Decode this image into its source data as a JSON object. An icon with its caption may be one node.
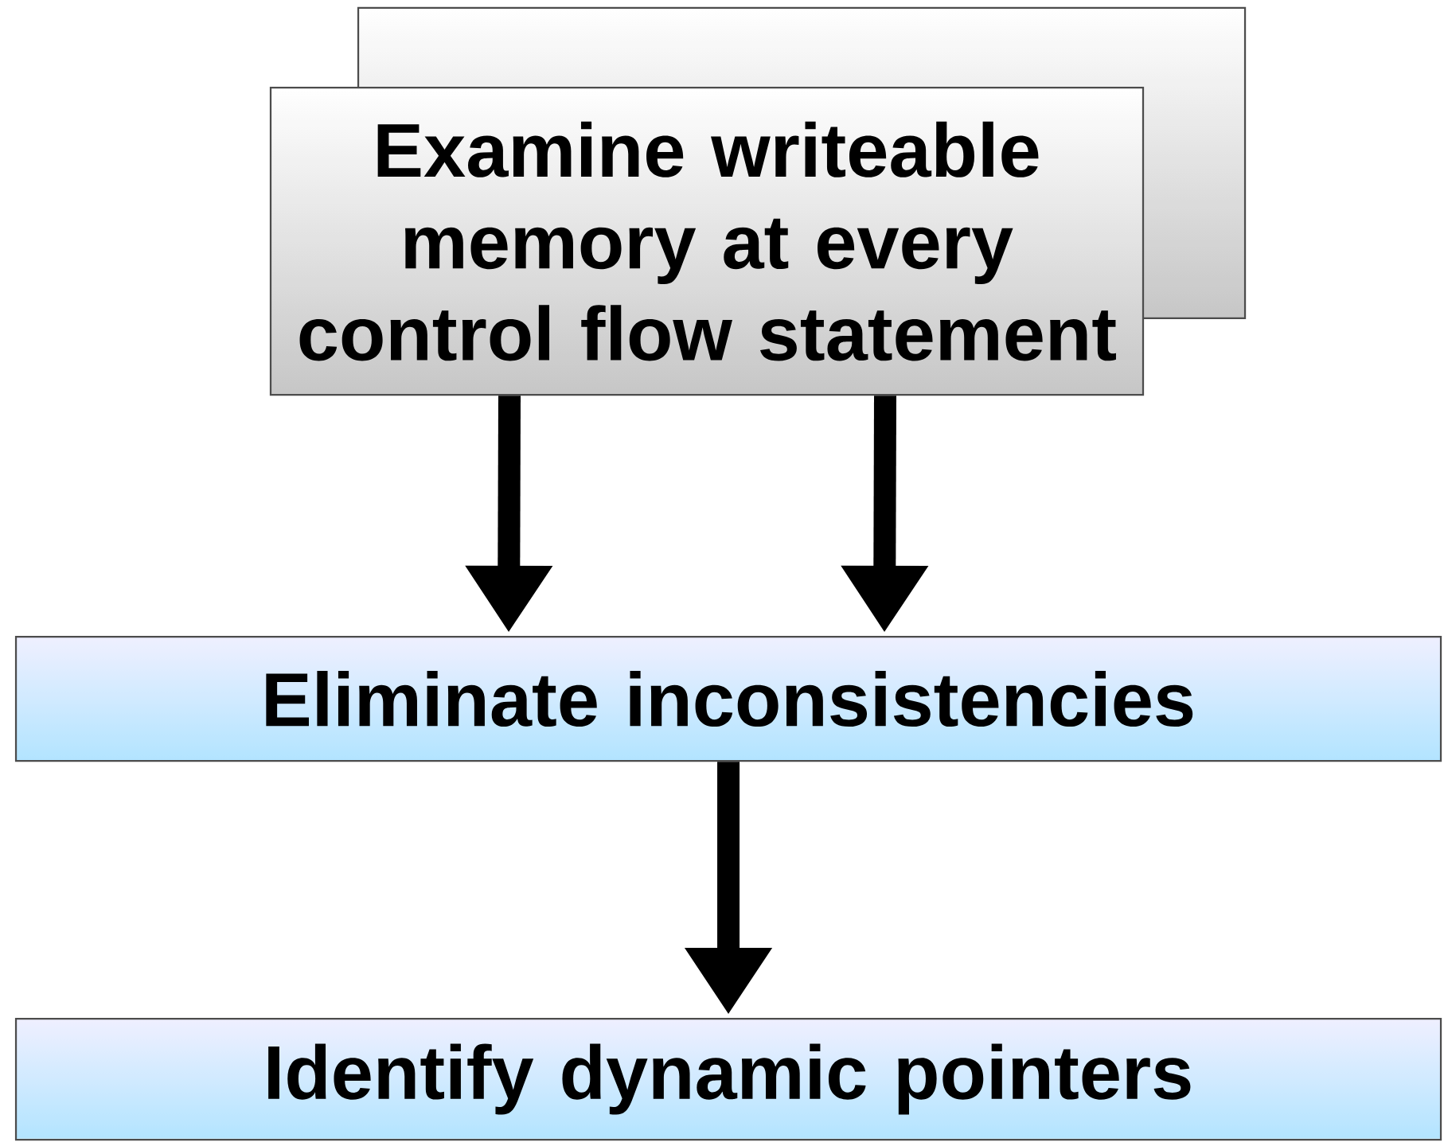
{
  "diagram": {
    "nodes": [
      {
        "text": [],
        "shape": "box"
      },
      {
        "text": [
          "Examine writeable memory at every control flow statement"
        ]
      },
      {
        "text": [
          "Eliminate inconsistencies"
        ]
      },
      {
        "text": [
          "Identify dynamic pointers"
        ]
      }
    ],
    "edges": [
      {
        "from": 1,
        "to": 2,
        "arrow": "to"
      },
      {
        "from": 1,
        "to": 2,
        "arrow": "to"
      },
      {
        "from": 2,
        "to": 3,
        "arrow": "to"
      }
    ]
  }
}
